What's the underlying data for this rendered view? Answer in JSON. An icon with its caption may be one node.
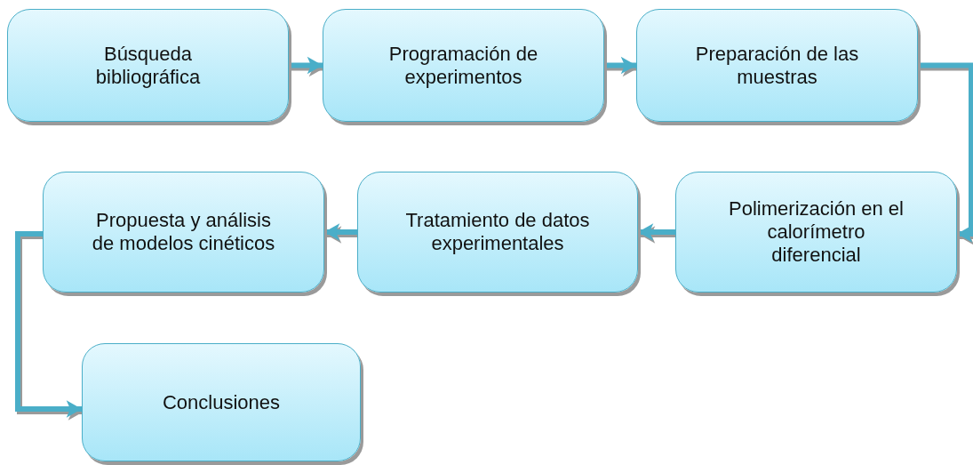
{
  "diagram": {
    "nodes": [
      {
        "text": [
          "Búsqueda bibliográfica"
        ]
      },
      {
        "text": [
          "Programación de experimentos"
        ]
      },
      {
        "text": [
          "Preparación de las muestras"
        ]
      },
      {
        "text": [
          "Polimerización en el calorímetro diferencial"
        ]
      },
      {
        "text": [
          "Tratamiento de datos experimentales"
        ]
      },
      {
        "text": [
          "Propuesta y análisis de modelos cinéticos"
        ]
      },
      {
        "text": [
          "Conclusiones"
        ]
      }
    ],
    "edges": [
      {
        "from": 0,
        "to": 1,
        "arrow": "to"
      },
      {
        "from": 1,
        "to": 2,
        "arrow": "to"
      },
      {
        "from": 2,
        "to": 3,
        "arrow": "to"
      },
      {
        "from": 3,
        "to": 4,
        "arrow": "to"
      },
      {
        "from": 4,
        "to": 5,
        "arrow": "to"
      },
      {
        "from": 5,
        "to": 6,
        "arrow": "to"
      }
    ]
  }
}
